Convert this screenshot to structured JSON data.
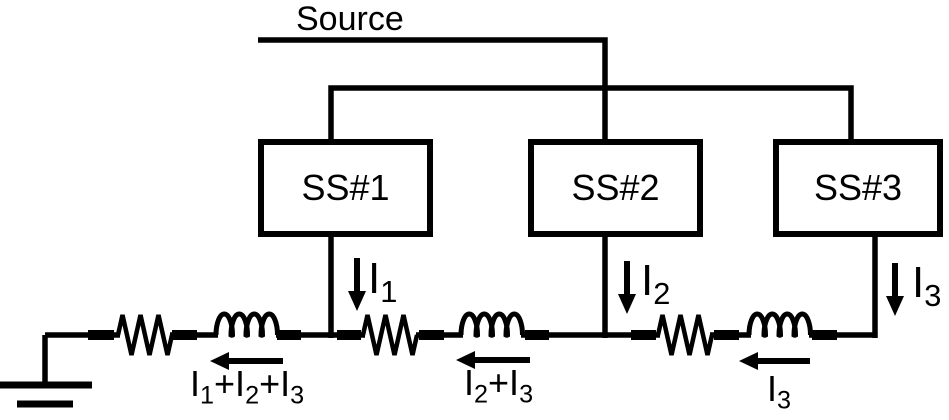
{
  "diagram": {
    "source_label": "Source",
    "substations": [
      {
        "label": "SS#1"
      },
      {
        "label": "SS#2"
      },
      {
        "label": "SS#3"
      }
    ],
    "feeder_currents": [
      {
        "base": "I",
        "sub": "1"
      },
      {
        "base": "I",
        "sub": "2"
      },
      {
        "base": "I",
        "sub": "3"
      }
    ],
    "rail_currents": [
      {
        "parts": [
          {
            "base": "I",
            "sub": "1"
          },
          {
            "base": "+I",
            "sub": "2"
          },
          {
            "base": "+I",
            "sub": "3"
          }
        ]
      },
      {
        "parts": [
          {
            "base": "I",
            "sub": "2"
          },
          {
            "base": "+I",
            "sub": "3"
          }
        ]
      },
      {
        "parts": [
          {
            "base": "I",
            "sub": "3"
          }
        ]
      }
    ],
    "components": {
      "resistors": 3,
      "inductors": 3,
      "ground": "earth-ground"
    },
    "colors": {
      "line": "#000000",
      "background": "#ffffff"
    }
  }
}
